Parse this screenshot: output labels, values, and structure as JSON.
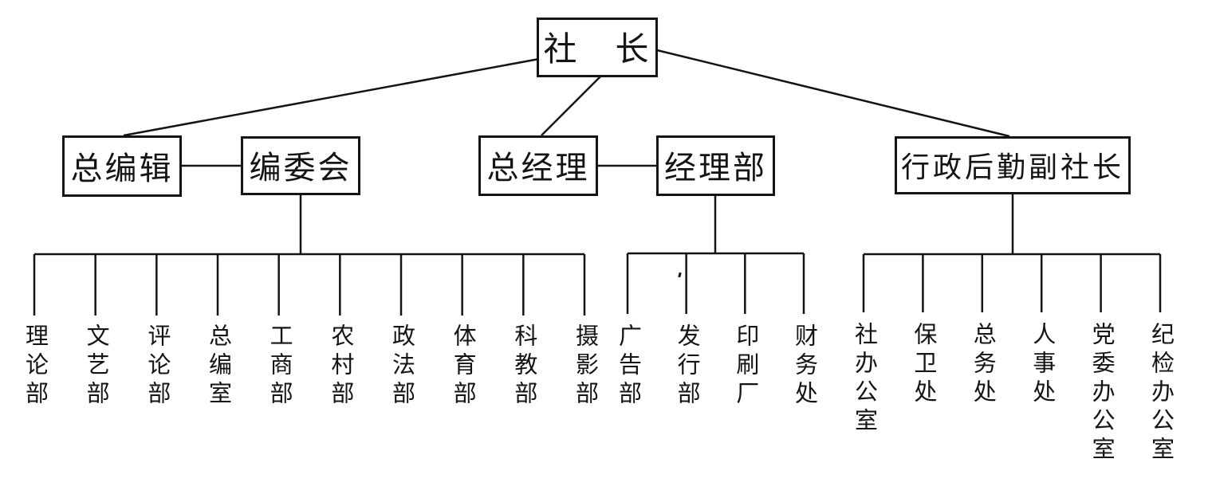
{
  "chart": {
    "type": "org-chart",
    "language": "zh",
    "colors": {
      "line": "#141414",
      "background": "#ffffff",
      "text": "#141414"
    },
    "nodes": {
      "president": "社　长",
      "editor_in_chief": "总编辑",
      "editorial_board": "编委会",
      "general_manager": "总经理",
      "manager_dept": "经理部",
      "admin_vp": "行政后勤副社长"
    },
    "groups": {
      "editorial_board_children": [
        "理论部",
        "文艺部",
        "评论部",
        "总编室",
        "工商部",
        "农村部",
        "政法部",
        "体育部",
        "科教部",
        "摄影部"
      ],
      "manager_dept_children": [
        "广告部",
        "发行部",
        "印刷厂",
        "财务处"
      ],
      "admin_vp_children": [
        "社办公室",
        "保卫处",
        "总务处",
        "人事处",
        "党委办公室",
        "纪检办公室"
      ]
    }
  }
}
